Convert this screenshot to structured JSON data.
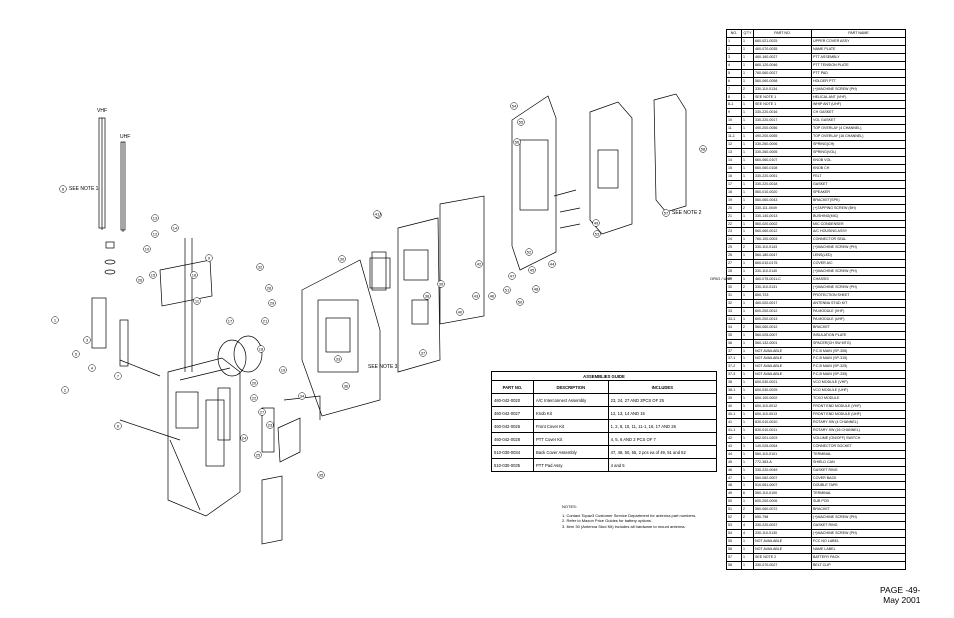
{
  "labels": {
    "vhf": "VHF",
    "uhf": "UHF",
    "see_note_1": "SEE NOTE 1",
    "see_note_2": "SEE NOTE 2",
    "see_note_3": "SEE NOTE 3",
    "orig_uhf": "ORIG / UHF",
    "callouts": [
      "8",
      "13",
      "14",
      "12",
      "10",
      "9",
      "15",
      "16",
      "11",
      "26",
      "1",
      "3",
      "5",
      "4",
      "2",
      "7",
      "6",
      "17",
      "18",
      "19",
      "20",
      "28",
      "29",
      "21",
      "31",
      "30",
      "32",
      "33",
      "22",
      "27",
      "23",
      "24",
      "25",
      "35",
      "34",
      "36",
      "37",
      "39",
      "38",
      "40",
      "41",
      "42",
      "43",
      "44",
      "45",
      "46",
      "47",
      "48",
      "49",
      "50",
      "51",
      "52",
      "53",
      "54",
      "55",
      "56",
      "57",
      "58"
    ]
  },
  "assemblies_guide": {
    "title": "ASSEMBLIES GUIDE",
    "columns": [
      "PART NO.",
      "DESCRIPTION",
      "INCLUDES"
    ],
    "rows": [
      [
        "460-042-0020",
        "A/C Interconnect Assembly",
        "23, 24, 27 AND 2PCS OF 25"
      ],
      [
        "460-042-0027",
        "Knob Kit",
        "12, 13, 14 AND 15"
      ],
      [
        "460-042-0026",
        "Front Cover Kit",
        "1, 2, 8, 10, 11, 11-1, 16, 17 AND 26"
      ],
      [
        "460-042-0028",
        "PTT Cover Kit",
        "4, 5, 6 AND 2 PCS OF 7"
      ],
      [
        "510-030-0034",
        "Back Cover Assembly",
        "47, 48, 50, 55, 2 pcs ea of 49, 51 and 52"
      ],
      [
        "510-030-0035",
        "PTT Pad Assy",
        "4 and 5"
      ]
    ]
  },
  "parts_list": {
    "columns": [
      "NO.",
      "Q'TY",
      "PART NO.",
      "PART NAME"
    ],
    "rows": [
      [
        "1",
        "1",
        "660-021-0025",
        "UPPER COVER ASSY"
      ],
      [
        "2",
        "1",
        "460-070-0035",
        "NAME PLATE"
      ],
      [
        "3",
        "1",
        "460-160-0027",
        "PTT ASSEMBLY"
      ],
      [
        "4",
        "1",
        "660-120-0046",
        "PTT TENSION PLATE"
      ],
      [
        "5",
        "1",
        "760-060-0027",
        "PTT PAD"
      ],
      [
        "6",
        "1",
        "560-060-0058",
        "HOLDER PTT"
      ],
      [
        "7",
        "2",
        "330-110-0134",
        "(+)MACHINE SCREW (PH)"
      ],
      [
        "8",
        "1",
        "SEE NOTE 1",
        "HELICAL ANT (VHF)"
      ],
      [
        "8-1",
        "1",
        "SEE NOTE 1",
        "WHIP ANT (UHF)"
      ],
      [
        "9",
        "1",
        "330-220-0016",
        "CH GASKET"
      ],
      [
        "10",
        "1",
        "330-220-0017",
        "VOL GASKET"
      ],
      [
        "11",
        "1",
        "490-200-0056",
        "TOP OVERLAY (4 CHANNEL)"
      ],
      [
        "11-1",
        "1",
        "490-200-0055",
        "TOP OVERLAY (16 CHANNEL)"
      ],
      [
        "12",
        "1",
        "330-260-0006",
        "SPRING(CH)"
      ],
      [
        "13",
        "1",
        "330-260-0005",
        "SPRING(VOL)"
      ],
      [
        "14",
        "1",
        "660-060-0107",
        "KNOB VOL"
      ],
      [
        "15",
        "1",
        "660-060-0108",
        "KNOB CH"
      ],
      [
        "16",
        "1",
        "330-220-0051",
        "FELT"
      ],
      [
        "17",
        "1",
        "330-220-0018",
        "GASKET"
      ],
      [
        "18",
        "1",
        "560-010-0020",
        "SPEAKER"
      ],
      [
        "19",
        "1",
        "560-060-0043",
        "BRACKET(SPK)"
      ],
      [
        "20",
        "2",
        "330-111-0049",
        "(+)TAPPING SCREW (BH)"
      ],
      [
        "21",
        "1",
        "330-140-0013",
        "BUSHING(MIC)"
      ],
      [
        "22",
        "1",
        "560-020-0002",
        "MIC CONDENSER"
      ],
      [
        "23",
        "1",
        "560-060-0012",
        "A/C HOUSING ASSY"
      ],
      [
        "24",
        "1",
        "760-100-0003",
        "CONNECTOR SEAL"
      ],
      [
        "25",
        "2",
        "330-110-0143",
        "(+)MACHINE SCREW (PH)"
      ],
      [
        "26",
        "1",
        "560-180-0047",
        "LENS(LED)"
      ],
      [
        "27",
        "1",
        "660-010-0175",
        "COVER A/C"
      ],
      [
        "28",
        "1",
        "330-110-0140",
        "(+)MACHINE SCREW (PH)"
      ],
      [
        "29",
        "1",
        "460-075-0011-C",
        "CHASSIS"
      ],
      [
        "30",
        "2",
        "330-110-0131",
        "(+)MACHINE SCREW (PH)"
      ],
      [
        "31",
        "1",
        "850-T23",
        "PROTECTION SHEET"
      ],
      [
        "32",
        "1",
        "460-020-0017",
        "ANTENNA STUD KIT"
      ],
      [
        "33",
        "1",
        "600-200-0012",
        "PA MODULE (VHF)"
      ],
      [
        "33-1",
        "1",
        "600-200-0013",
        "PA MODULE (UHF)"
      ],
      [
        "34",
        "2",
        "560-060-0012",
        "BRACKET"
      ],
      [
        "35",
        "1",
        "560-025-0007",
        "INSULATION PLATE"
      ],
      [
        "36",
        "1",
        "560-132-0001",
        "SPACER(CH SW MTG)"
      ],
      [
        "37",
        "1",
        "NOT AVAILABLE",
        "P.C.B MAIN (SP-306)"
      ],
      [
        "37-1",
        "1",
        "NOT AVAILABLE",
        "P.C.B MAIN (SP-315)"
      ],
      [
        "37-2",
        "1",
        "NOT AVAILABLE",
        "P.C.B MAIN (SP-325)"
      ],
      [
        "37-3",
        "1",
        "NOT AVAILABLE",
        "P.C.B MAIN (SP-335)"
      ],
      [
        "38",
        "1",
        "600-030-0021",
        "VCO MODULE (VHF)"
      ],
      [
        "38-1",
        "1",
        "600-030-0025",
        "VCO MODULE (UHF)"
      ],
      [
        "39",
        "1",
        "600-100-0002",
        "TCXO MODULE"
      ],
      [
        "40",
        "1",
        "600-110-0012",
        "FRONT END MODULE (VHF)"
      ],
      [
        "40-1",
        "1",
        "600-110-0013",
        "FRONT END MODULE (UHF)"
      ],
      [
        "41",
        "1",
        "830-010-0010",
        "ROTARY SW (4 CHANNEL)"
      ],
      [
        "41-1",
        "1",
        "830-010-0011",
        "ROTARY SW (16 CHANNEL)"
      ],
      [
        "42",
        "1",
        "862-001-0203",
        "VOLUME (ON/OFF) SWITCH"
      ],
      [
        "43",
        "1",
        "140-025-0054",
        "CONNECTOR SOCKET"
      ],
      [
        "44",
        "1",
        "560-110-0101",
        "TERMINAL"
      ],
      [
        "45",
        "1",
        "772-363-A",
        "SHIELD CAN"
      ],
      [
        "46",
        "1",
        "330-220-0049",
        "GASKET RING"
      ],
      [
        "47",
        "1",
        "560-082-0007",
        "COVER BACK"
      ],
      [
        "48",
        "1",
        "510-061-0007",
        "DOUBLE TAPE"
      ],
      [
        "49",
        "6",
        "560-110-0100",
        "TERMINAL"
      ],
      [
        "50",
        "1",
        "600-200-0006",
        "SUB PCB"
      ],
      [
        "51",
        "2",
        "560-060-0072",
        "BRACKET"
      ],
      [
        "52",
        "2",
        "650-798",
        "(+)MACHINE SCREW (PH)"
      ],
      [
        "53",
        "4",
        "330-220-0037",
        "GASKET RING"
      ],
      [
        "54",
        "4",
        "330-110-0130",
        "(+)MACHINE SCREW (PH)"
      ],
      [
        "55",
        "1",
        "NOT AVAILABLE",
        "FCC NO LABEL"
      ],
      [
        "56",
        "1",
        "NOT AVAILABLE",
        "NAME LABEL"
      ],
      [
        "57",
        "1",
        "SEE NOTE 2",
        "BATTERY PACK"
      ],
      [
        "58",
        "1",
        "330-070-0027",
        "BELT CLIP"
      ]
    ]
  },
  "notes": {
    "title": "NOTES:",
    "items": [
      "1. Contact Topaz3 Customer Service Department for antenna part numbers.",
      "2. Refer to Maxon Price Guides for battery options.",
      "3. Item 30 (Antenna Stud Kit) includes all hardware to mount antenna."
    ]
  },
  "footer": {
    "page": "PAGE -49-",
    "date": "May 2001"
  }
}
